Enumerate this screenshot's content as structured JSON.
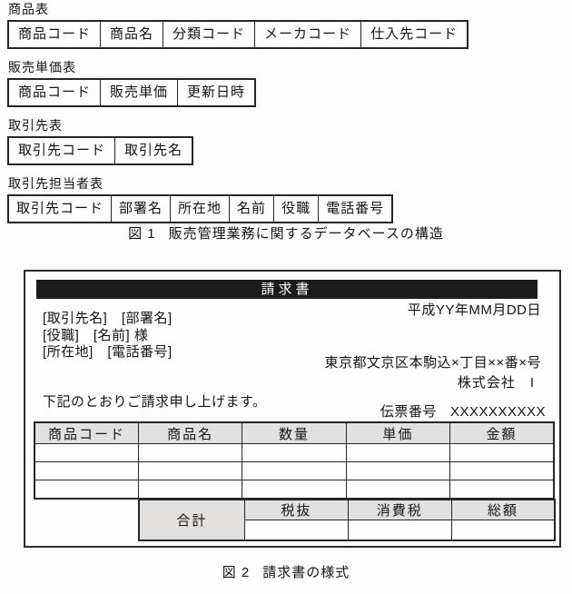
{
  "figure1": {
    "tables": [
      {
        "name": "商品表",
        "columns": [
          "商品コード",
          "商品名",
          "分類コード",
          "メーカコード",
          "仕入先コード"
        ]
      },
      {
        "name": "販売単価表",
        "columns": [
          "商品コード",
          "販売単価",
          "更新日時"
        ]
      },
      {
        "name": "取引先表",
        "columns": [
          "取引先コード",
          "取引先名"
        ]
      },
      {
        "name": "取引先担当者表",
        "columns": [
          "取引先コード",
          "部署名",
          "所在地",
          "名前",
          "役職",
          "電話番号"
        ]
      }
    ],
    "caption": {
      "label": "図 1",
      "text": "販売管理業務に関するデータベースの構造"
    }
  },
  "figure2": {
    "invoice": {
      "title": "請求書",
      "date": "平成YY年MM月DD日",
      "recipient_lines": [
        "[取引先名]　[部署名]",
        "[役職]　[名前] 様",
        "[所在地]　[電話番号]"
      ],
      "sender_address": "東京都文京区本駒込×丁目××番×号",
      "sender_company": "株式会社　I",
      "body_text": "下記のとおりご請求申し上げます。",
      "slip_label": "伝票番号",
      "slip_value": "XXXXXXXXXX",
      "detail_columns": [
        "商品コード",
        "商品名",
        "数量",
        "単価",
        "金額"
      ],
      "empty_detail_rows": 3,
      "total_label": "合計",
      "total_columns": [
        "税抜",
        "消費税",
        "総額"
      ]
    },
    "caption": {
      "label": "図 2",
      "text": "請求書の様式"
    }
  },
  "colors": {
    "title_bar_bg": "#1c1c1c",
    "title_bar_text": "#ffffff",
    "header_cell_bg": "#e2e1e0",
    "border": "#262626",
    "paper_bg": "#fefefe"
  }
}
